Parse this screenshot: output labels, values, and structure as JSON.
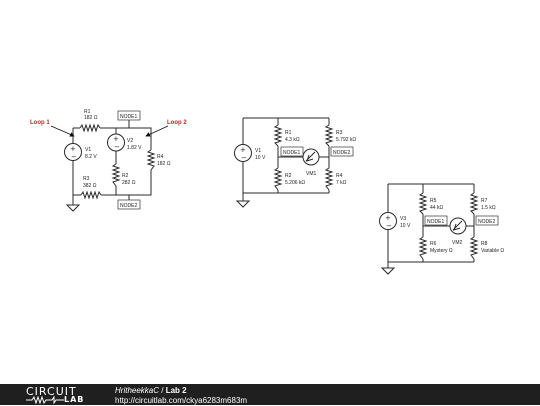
{
  "circuit1": {
    "loop1": "Loop 1",
    "loop2": "Loop 2",
    "r1": {
      "name": "R1",
      "value": "182 Ω"
    },
    "r3": {
      "name": "R3",
      "value": "382 Ω"
    },
    "v1": {
      "name": "V1",
      "value": "8.2 V"
    },
    "v2": {
      "name": "V2",
      "value": "1.82 V"
    },
    "r2": {
      "name": "R2",
      "value": "282 Ω"
    },
    "r4": {
      "name": "R4",
      "value": "182 Ω"
    },
    "node1": "NODE1",
    "node2": "NODE2"
  },
  "circuit2": {
    "v1": {
      "name": "V1",
      "value": "10 V"
    },
    "r1": {
      "name": "R1",
      "value": "4.3 kΩ"
    },
    "r2": {
      "name": "R2",
      "value": "5.206 kΩ"
    },
    "r3": {
      "name": "R3",
      "value": "5.792 kΩ"
    },
    "r4": {
      "name": "R4",
      "value": "7 kΩ"
    },
    "vm": "VM1",
    "node1": "NODE1",
    "node2": "NODE2"
  },
  "circuit3": {
    "v3": {
      "name": "V3",
      "value": "10 V"
    },
    "r5": {
      "name": "R5",
      "value": "44 kΩ"
    },
    "r6": {
      "name": "R6",
      "value": "Mystery Ω"
    },
    "r7": {
      "name": "R7",
      "value": "1.5 kΩ"
    },
    "r8": {
      "name": "R8",
      "value": "Variable Ω"
    },
    "vm": "VM2",
    "node1": "NODE1",
    "node2": "NODE2"
  },
  "footer": {
    "logo_top": "CIRCUIT",
    "logo_bottom": "LAB",
    "author": "HritheekkaC",
    "separator": " / ",
    "title": "Lab 2",
    "url": "http://circuitlab.com/ckya6283m683m"
  },
  "colors": {
    "wire": "#2a2a2a",
    "loop_label": "#cc2222",
    "footer_bg": "#1f1f1f"
  }
}
